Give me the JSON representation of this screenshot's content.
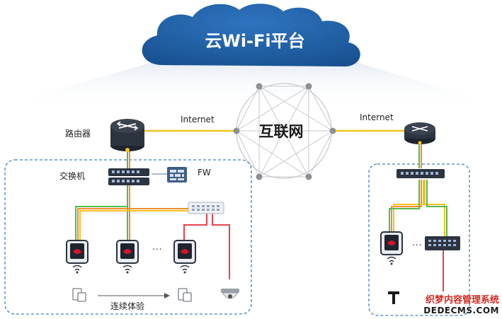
{
  "cloud": {
    "label": "云Wi-Fi平台"
  },
  "hub": {
    "label": "互联网"
  },
  "links": {
    "left_internet": "Internet",
    "right_internet": "Internet"
  },
  "devices": {
    "router_label": "路由器",
    "switch_label": "交换机",
    "firewall_label": "FW",
    "ellipsis": "..."
  },
  "roaming": {
    "label": "连续体验"
  },
  "watermark": {
    "line1": "织梦内容管理系统",
    "line2": "DEDECMS.COM"
  },
  "colors": {
    "cloud_blue": "#1f5ea8",
    "link_yellow": "#f2c21b",
    "cable_red": "#e0454f",
    "cable_green": "#57b84b",
    "cable_orange": "#f08c2a",
    "region_border": "#3d7fc4",
    "device_dark": "#2c3440",
    "brand_red": "#d4152a"
  }
}
